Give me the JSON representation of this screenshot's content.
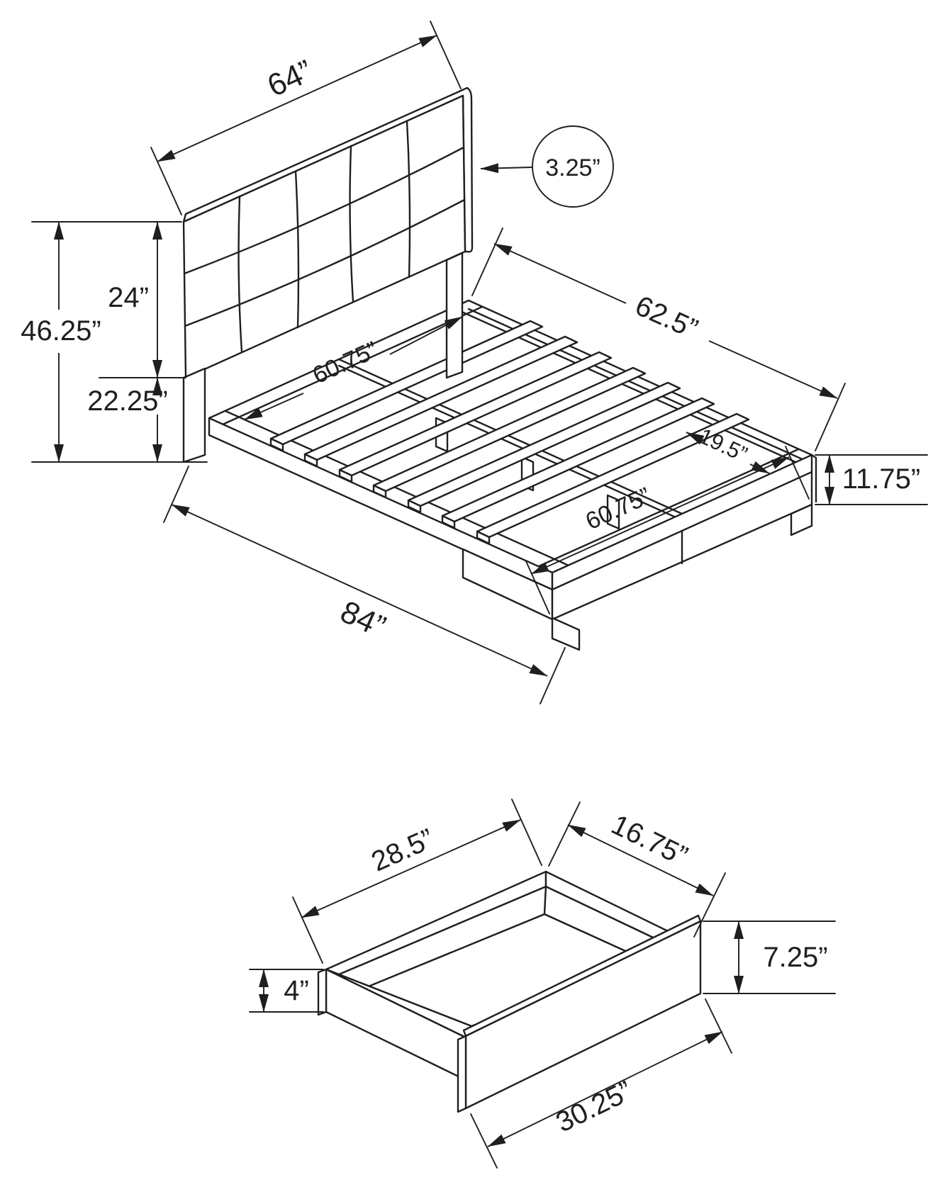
{
  "bed": {
    "headboard_width": "64”",
    "headboard_thickness": "3.25”",
    "headboard_height": "24”",
    "overall_height": "46.25”",
    "frame_height": "22.25”",
    "rail_length": "62.5”",
    "slat_length": "60.75”",
    "foot_gap": "19.5”",
    "platform_height": "11.75”",
    "base_length": "60.75”",
    "overall_length": "84”"
  },
  "drawer": {
    "inner_length": "28.5”",
    "inner_width": "16.75”",
    "side_height": "4”",
    "front_height": "7.25”",
    "front_width": "30.25”"
  }
}
